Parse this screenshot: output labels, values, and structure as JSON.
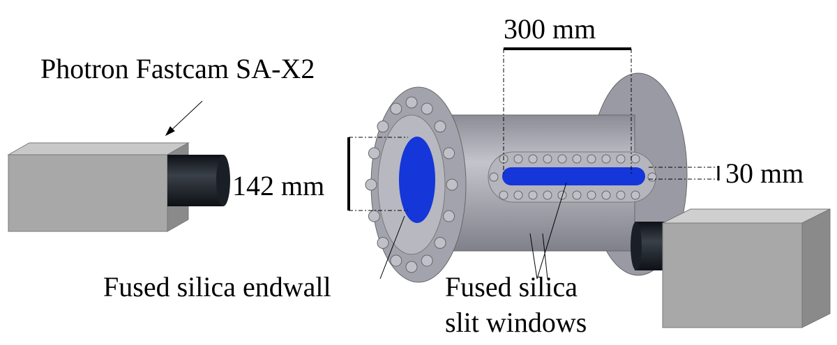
{
  "labels": {
    "camera": "Photron Fastcam SA-X2",
    "diameter": "142 mm",
    "length": "300 mm",
    "slit_width": "30 mm",
    "endwall": "Fused silica endwall",
    "slit_line1": "Fused silica",
    "slit_line2": "slit windows"
  },
  "colors": {
    "vessel": "#a9a9b3",
    "window": "#1536d8",
    "camera": "#a8a8a8",
    "lens": "#151a20"
  }
}
